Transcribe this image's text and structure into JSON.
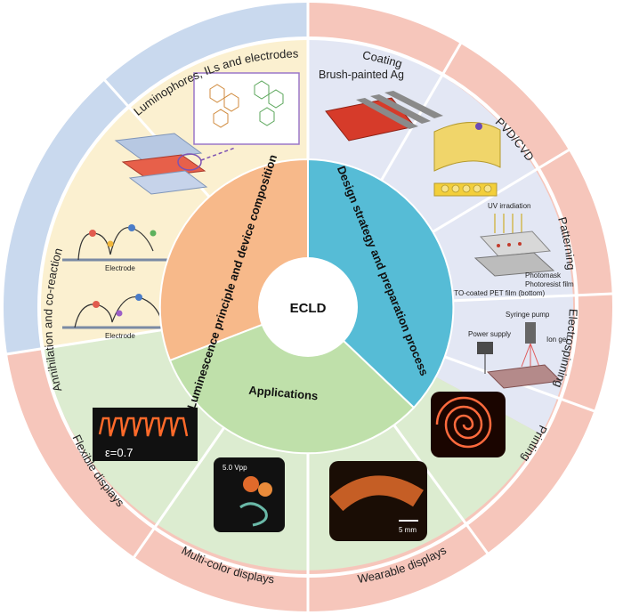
{
  "center": {
    "label": "ECLD"
  },
  "inner": {
    "left": "Luminescence principle and device composition",
    "right": "Design strategy and preparation process",
    "bottom": "Applications"
  },
  "outer": {
    "luminophores": "Luminophores, ILs and electrodes",
    "annihilation": "Annihilation and co-reaction",
    "coating": "Coating",
    "pvd": "PVD/CVD",
    "patterning": "Patterning",
    "electrospinning": "Electrospinning",
    "printing": "Printing",
    "flexible": "Flexible displays",
    "multicolor": "Multi-color displays",
    "wearable": "Wearable displays"
  },
  "panels": {
    "coating_label": "Brush-painted Ag",
    "electrode_label_1": "Electrode",
    "electrode_label_2": "Electrode",
    "uv": "UV irradiation",
    "photomask": "Photomask",
    "photoresist": "Photoresist film",
    "ito": "ITO-coated PET film (bottom)",
    "syringe": "Syringe pump",
    "power": "Power supply",
    "iongel": "Ion gel",
    "strain": "ε=0.7",
    "voltage": "5.0 Vpp",
    "scale": "5 mm"
  },
  "colors": {
    "blue_ring": "#c9d9ee",
    "salmon_ring": "#f6c6bb",
    "peach_inner": "#f7b98a",
    "cyan_inner": "#56bcd6",
    "green_inner": "#bfe0aa",
    "cream_panel": "#fbf0d0",
    "lavender_panel": "#e3e7f4",
    "green_panel": "#dcecd0"
  }
}
